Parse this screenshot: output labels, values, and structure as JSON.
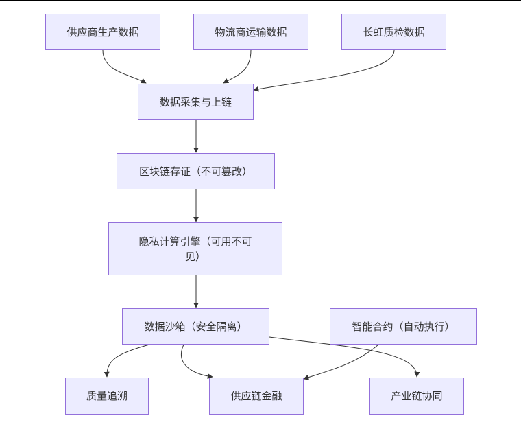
{
  "colors": {
    "node_fill": "#ECECFF",
    "node_border": "#9370DB",
    "edge": "#333333",
    "text": "#333333"
  },
  "nodes": {
    "supplier": "供应商生产数据",
    "logistics": "物流商运输数据",
    "inspection": "长虹质检数据",
    "collect": "数据采集与上链",
    "blockchain": "区块链存证（不可篡改）",
    "privacy": "隐私计算引擎（可用不可见）",
    "sandbox": "数据沙箱（安全隔离）",
    "contract": "智能合约（自动执行）",
    "trace": "质量追溯",
    "finance": "供应链金融",
    "collab": "产业链协同"
  }
}
